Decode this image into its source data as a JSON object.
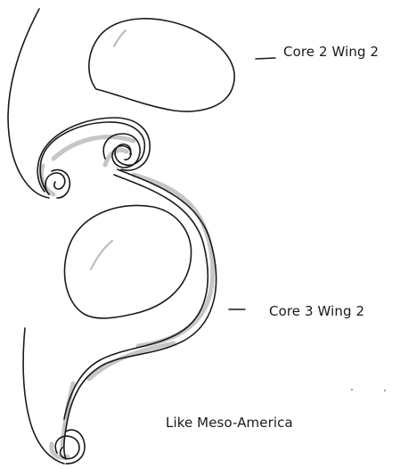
{
  "labels": {
    "core2": "Core 2  Wing 2",
    "core3": "Core 3  Wing 2",
    "meso": "Like Meso-America"
  },
  "colors": {
    "ink": "#1a1a1a",
    "shadow": "#b9b9b9",
    "background": "#ffffff"
  }
}
